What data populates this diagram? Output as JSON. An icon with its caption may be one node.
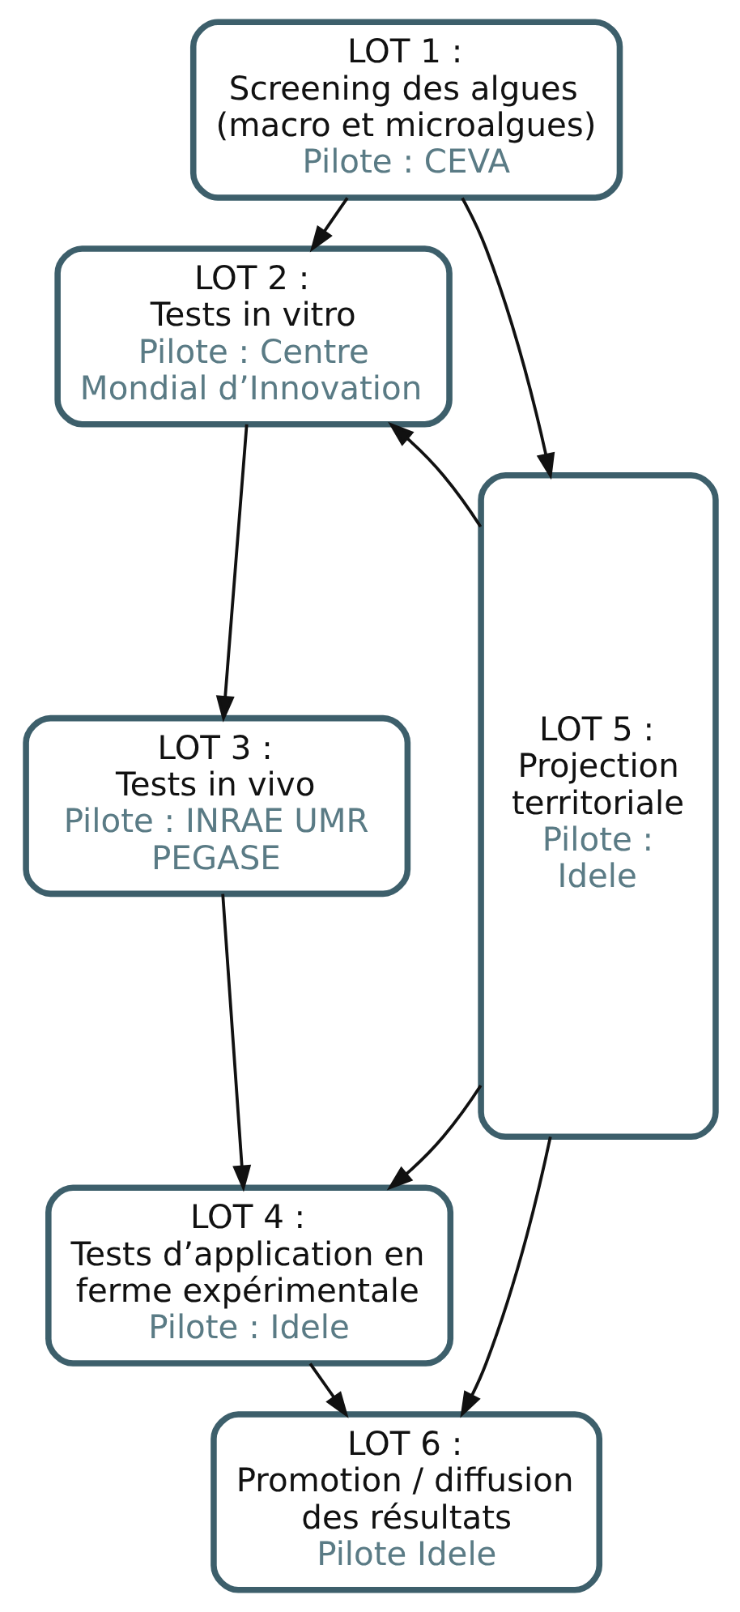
{
  "diagram": {
    "nodes": [
      {
        "text": [
          "LOT 1 :",
          "Screening des algues (macro et microalgues)",
          "Pilote : CEVA"
        ]
      },
      {
        "text": [
          "LOT 2 :",
          "Tests in vitro",
          "Pilote : Centre Mondial d’Innovation"
        ]
      },
      {
        "text": [
          "LOT 3 :",
          "Tests in vivo",
          "Pilote : INRAE UMR PEGASE"
        ]
      },
      {
        "text": [
          "LOT 4 :",
          "Tests d’application en ferme expérimentale",
          "Pilote : Idele"
        ]
      },
      {
        "text": [
          "LOT 5 :",
          "Projection territoriale",
          "Pilote : Idele"
        ]
      },
      {
        "text": [
          "LOT 6 :",
          "Promotion / diffusion des résultats",
          "Pilote Idele"
        ]
      }
    ],
    "edges": [
      {
        "from": 0,
        "to": 1,
        "arrow": "to"
      },
      {
        "from": 1,
        "to": 2,
        "arrow": "to"
      },
      {
        "from": 2,
        "to": 3,
        "arrow": "to"
      },
      {
        "from": 3,
        "to": 5,
        "arrow": "to"
      },
      {
        "from": 0,
        "to": 4,
        "arrow": "to"
      },
      {
        "from": 4,
        "to": 1,
        "arrow": "to"
      },
      {
        "from": 4,
        "to": 3,
        "arrow": "to"
      },
      {
        "from": 4,
        "to": 5,
        "arrow": "to"
      }
    ]
  }
}
